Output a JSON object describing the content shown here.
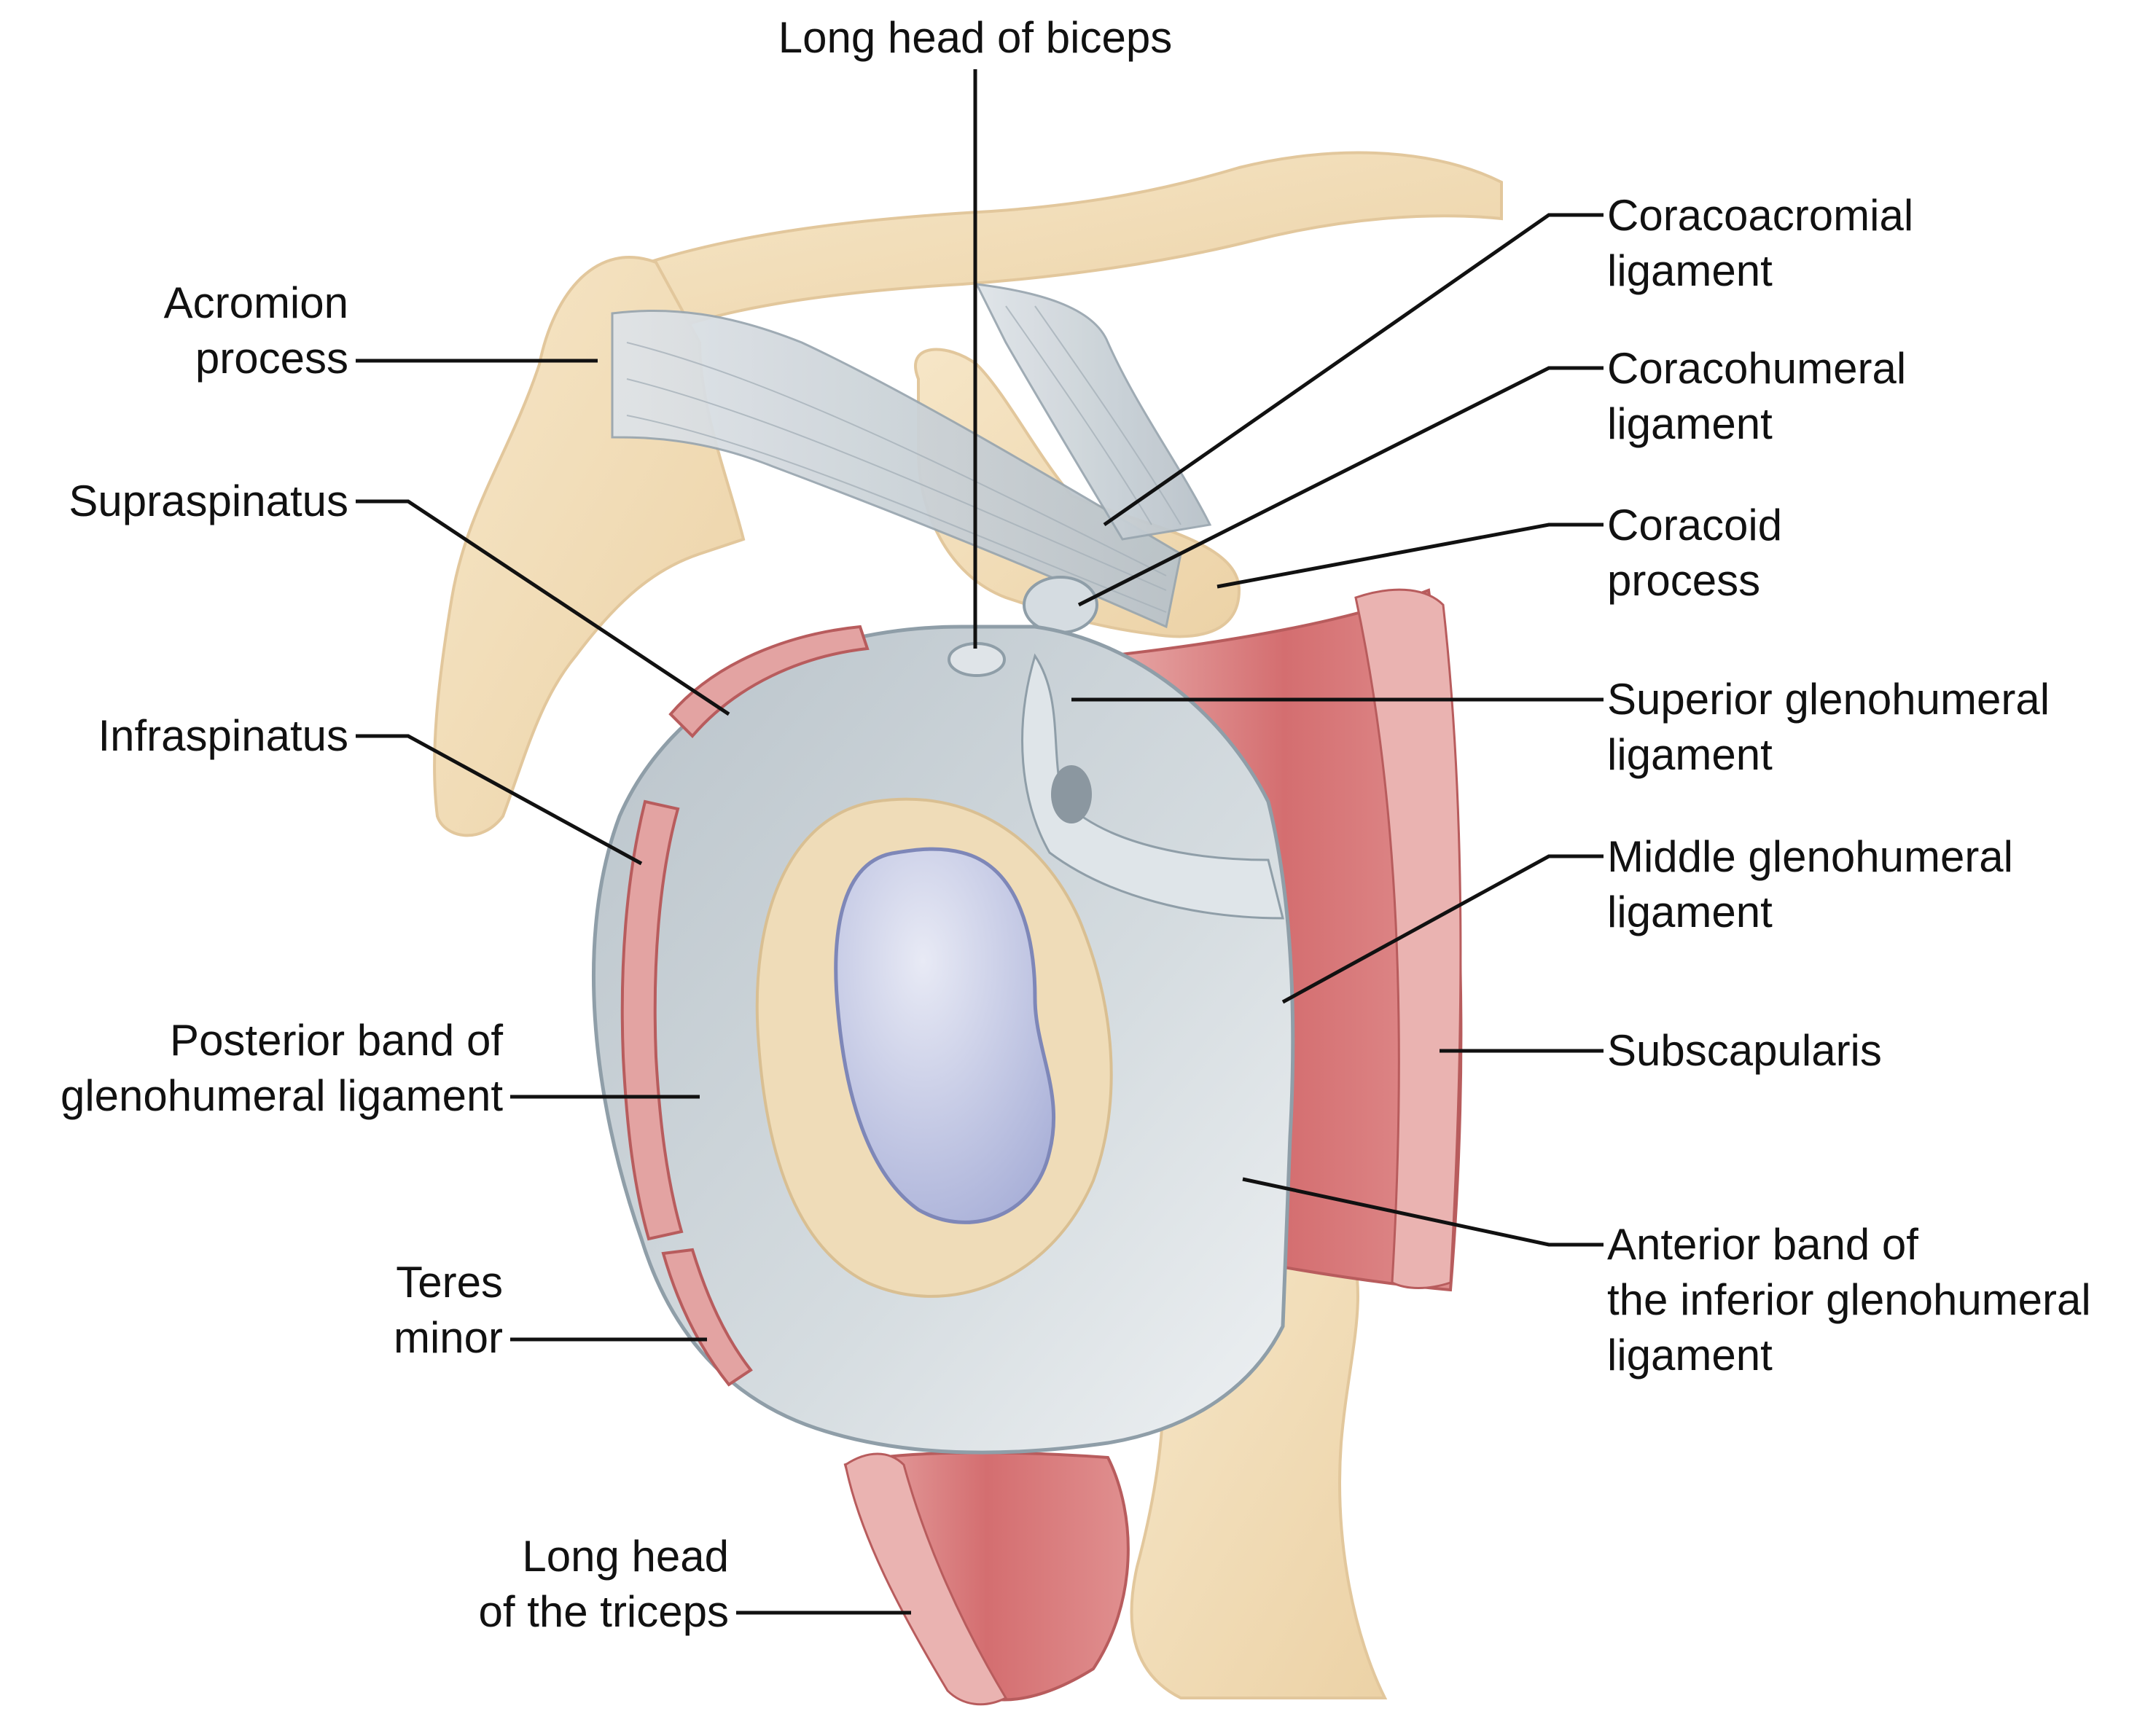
{
  "labels": {
    "long_head_biceps": [
      "Long head of biceps"
    ],
    "acromion": [
      "Acromion",
      "process"
    ],
    "supraspinatus": [
      "Supraspinatus"
    ],
    "infraspinatus": [
      "Infraspinatus"
    ],
    "posterior_band": [
      "Posterior band of",
      "glenohumeral ligament"
    ],
    "teres_minor": [
      "Teres",
      "minor"
    ],
    "long_head_triceps": [
      "Long head",
      "of the triceps"
    ],
    "coracoacromial": [
      "Coracoacromial",
      "ligament"
    ],
    "coracohumeral": [
      "Coracohumeral",
      "ligament"
    ],
    "coracoid": [
      "Coracoid",
      "process"
    ],
    "superior_gh": [
      "Superior glenohumeral",
      "ligament"
    ],
    "middle_gh": [
      "Middle glenohumeral",
      "ligament"
    ],
    "subscapularis": [
      "Subscapularis"
    ],
    "anterior_band": [
      "Anterior band of",
      "the inferior glenohumeral",
      "ligament"
    ]
  },
  "colors": {
    "bone": "#f3dfbc",
    "bone_edge": "#e2c79c",
    "capsule": "#c7d0d6",
    "capsule_light": "#e3e8eb",
    "capsule_edge": "#8f9ea8",
    "muscle": "#d9787a",
    "muscle_light": "#eab3b1",
    "cartilage": "#c0c6e4",
    "leader": "#111111"
  }
}
